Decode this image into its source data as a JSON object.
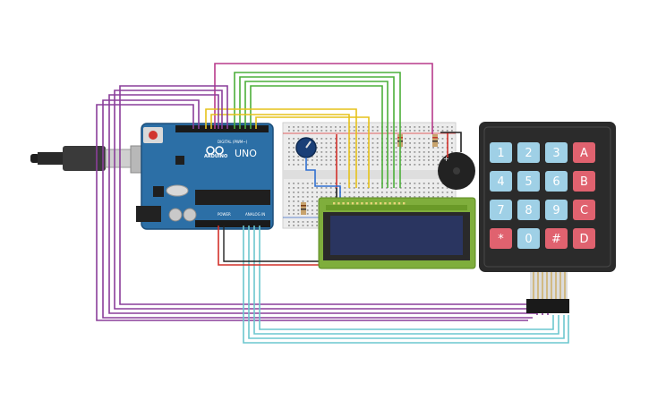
{
  "arduino": {
    "logo_text": "ARDUINO",
    "model": "UNO",
    "digital_label": "DIGITAL (PWM~)",
    "power_label": "POWER",
    "analog_label": "ANALOG IN"
  },
  "keypad": {
    "keys": [
      {
        "label": "1",
        "type": "num"
      },
      {
        "label": "2",
        "type": "num"
      },
      {
        "label": "3",
        "type": "num"
      },
      {
        "label": "A",
        "type": "letter"
      },
      {
        "label": "4",
        "type": "num"
      },
      {
        "label": "5",
        "type": "num"
      },
      {
        "label": "6",
        "type": "num"
      },
      {
        "label": "B",
        "type": "letter"
      },
      {
        "label": "7",
        "type": "num"
      },
      {
        "label": "8",
        "type": "num"
      },
      {
        "label": "9",
        "type": "num"
      },
      {
        "label": "C",
        "type": "letter"
      },
      {
        "label": "*",
        "type": "letter"
      },
      {
        "label": "0",
        "type": "num"
      },
      {
        "label": "#",
        "type": "letter"
      },
      {
        "label": "D",
        "type": "letter"
      }
    ]
  },
  "buzzer": {
    "plus_label": "+"
  },
  "colors": {
    "board": "#2c6fa6",
    "breadboard": "#ececec",
    "keypad_frame": "#2b2b2b",
    "key_num": "#9fd0e6",
    "key_letter": "#e0626f",
    "lcd_frame": "#7fae3c",
    "lcd_screen": "#2a3560",
    "wire_purple": "#8a3e9a",
    "wire_magenta": "#b83a8c",
    "wire_green": "#4caf3a",
    "wire_yellow": "#e6c21a",
    "wire_red": "#d2302a",
    "wire_cyan": "#6cc7cf",
    "wire_blue": "#2f6fd0"
  }
}
